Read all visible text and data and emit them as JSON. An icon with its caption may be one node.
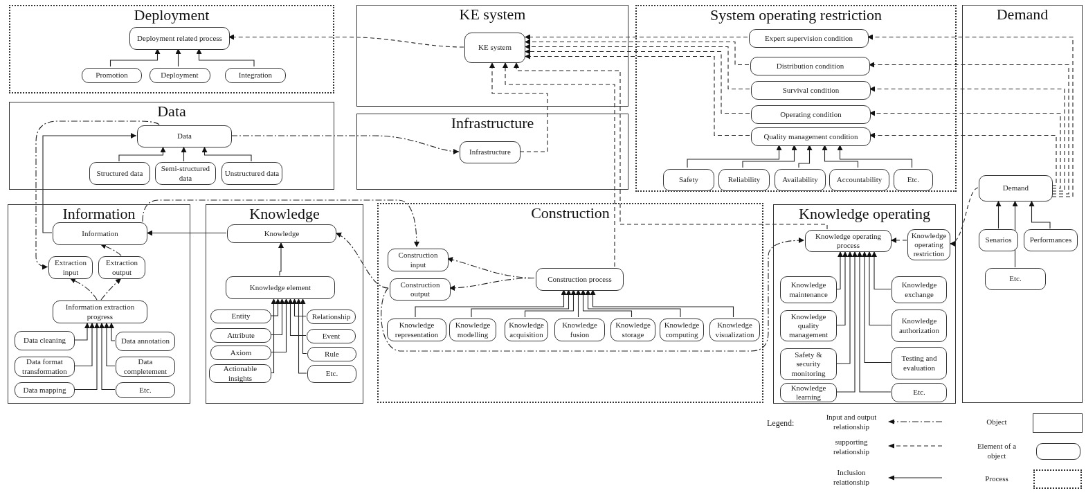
{
  "diagram": {
    "nodes": [
      {
        "text": [
          "Deployment"
        ]
      },
      {
        "text": [
          "Deployment related process"
        ],
        "in": 0
      },
      {
        "text": [
          "Promotion"
        ],
        "in": 0
      },
      {
        "text": [
          "Deployment"
        ],
        "in": 0
      },
      {
        "text": [
          "Integration"
        ],
        "in": 0
      },
      {
        "text": [
          "Data"
        ]
      },
      {
        "text": [
          "Data"
        ],
        "in": 5
      },
      {
        "text": [
          "Structured data"
        ],
        "in": 5
      },
      {
        "text": [
          "Semi-structured data"
        ],
        "in": 5
      },
      {
        "text": [
          "Unstructured data"
        ],
        "in": 5
      },
      {
        "text": [
          "KE system"
        ]
      },
      {
        "text": [
          "KE system"
        ],
        "in": 10
      },
      {
        "text": [
          "Infrastructure"
        ]
      },
      {
        "text": [
          "Infrastructure"
        ],
        "in": 12
      },
      {
        "text": [
          "System operating restriction"
        ]
      },
      {
        "text": [
          "Expert supervision condition"
        ],
        "in": 14
      },
      {
        "text": [
          "Distribution condition"
        ],
        "in": 14
      },
      {
        "text": [
          "Survival condition"
        ],
        "in": 14
      },
      {
        "text": [
          "Operating condition"
        ],
        "in": 14
      },
      {
        "text": [
          "Quality management condition"
        ],
        "in": 14
      },
      {
        "text": [
          "Safety"
        ],
        "in": 14
      },
      {
        "text": [
          "Reliability"
        ],
        "in": 14
      },
      {
        "text": [
          "Availability"
        ],
        "in": 14
      },
      {
        "text": [
          "Accountability"
        ],
        "in": 14
      },
      {
        "text": [
          "Etc."
        ],
        "in": 14
      },
      {
        "text": [
          "Demand"
        ]
      },
      {
        "text": [
          "Demand"
        ],
        "in": 25
      },
      {
        "text": [
          "Senarios"
        ],
        "in": 25
      },
      {
        "text": [
          "Performances"
        ],
        "in": 25
      },
      {
        "text": [
          "Etc."
        ],
        "in": 25
      },
      {
        "text": [
          "Information"
        ]
      },
      {
        "text": [
          "Information"
        ],
        "in": 30
      },
      {
        "text": [
          "Extraction input"
        ],
        "in": 30
      },
      {
        "text": [
          "Extraction output"
        ],
        "in": 30
      },
      {
        "text": [
          "Information extraction progress"
        ],
        "in": 30
      },
      {
        "text": [
          "Data cleaning"
        ],
        "in": 30
      },
      {
        "text": [
          "Data format transformation"
        ],
        "in": 30
      },
      {
        "text": [
          "Data mapping"
        ],
        "in": 30
      },
      {
        "text": [
          "Data annotation"
        ],
        "in": 30
      },
      {
        "text": [
          "Data completement"
        ],
        "in": 30
      },
      {
        "text": [
          "Etc."
        ],
        "in": 30
      },
      {
        "text": [
          "Knowledge"
        ]
      },
      {
        "text": [
          "Knowledge"
        ],
        "in": 41
      },
      {
        "text": [
          "Knowledge element"
        ],
        "in": 41
      },
      {
        "text": [
          "Entity"
        ],
        "in": 41
      },
      {
        "text": [
          "Attribute"
        ],
        "in": 41
      },
      {
        "text": [
          "Axiom"
        ],
        "in": 41
      },
      {
        "text": [
          "Actionable insights"
        ],
        "in": 41
      },
      {
        "text": [
          "Relationship"
        ],
        "in": 41
      },
      {
        "text": [
          "Event"
        ],
        "in": 41
      },
      {
        "text": [
          "Rule"
        ],
        "in": 41
      },
      {
        "text": [
          "Etc."
        ],
        "in": 41
      },
      {
        "text": [
          "Construction"
        ]
      },
      {
        "text": [
          "Construction input"
        ],
        "in": 52
      },
      {
        "text": [
          "Construction output"
        ],
        "in": 52
      },
      {
        "text": [
          "Construction process"
        ],
        "in": 52
      },
      {
        "text": [
          "Knowledge representation"
        ],
        "in": 52
      },
      {
        "text": [
          "Knowledge modelling"
        ],
        "in": 52
      },
      {
        "text": [
          "Knowledge acquisition"
        ],
        "in": 52
      },
      {
        "text": [
          "Knowledge fusion"
        ],
        "in": 52
      },
      {
        "text": [
          "Knowledge storage"
        ],
        "in": 52
      },
      {
        "text": [
          "Knowledge computing"
        ],
        "in": 52
      },
      {
        "text": [
          "Knowledge visualization"
        ],
        "in": 52
      },
      {
        "text": [
          "Knowledge operating"
        ]
      },
      {
        "text": [
          "Knowledge operating process"
        ],
        "in": 63
      },
      {
        "text": [
          "Knowledge operating restriction"
        ],
        "in": 63
      },
      {
        "text": [
          "Knowledge maintenance"
        ],
        "in": 63
      },
      {
        "text": [
          "Knowledge quality management"
        ],
        "in": 63
      },
      {
        "text": [
          "Safety & security monitoring"
        ],
        "in": 63
      },
      {
        "text": [
          "Knowledge learning"
        ],
        "in": 63
      },
      {
        "text": [
          "Knowledge exchange"
        ],
        "in": 63
      },
      {
        "text": [
          "Knowledge authorization"
        ],
        "in": 63
      },
      {
        "text": [
          "Testing and evaluation"
        ],
        "in": 63
      },
      {
        "text": [
          "Etc."
        ],
        "in": 63
      }
    ],
    "edges": [
      {
        "from": 2,
        "to": 1,
        "arrow": "to"
      },
      {
        "from": 3,
        "to": 1,
        "arrow": "to"
      },
      {
        "from": 4,
        "to": 1,
        "arrow": "to"
      },
      {
        "from": 7,
        "to": 6,
        "arrow": "to"
      },
      {
        "from": 8,
        "to": 6,
        "arrow": "to"
      },
      {
        "from": 9,
        "to": 6,
        "arrow": "to"
      },
      {
        "from": 31,
        "to": 6,
        "arrow": "to"
      },
      {
        "from": 20,
        "to": 19,
        "arrow": "to"
      },
      {
        "from": 21,
        "to": 19,
        "arrow": "to"
      },
      {
        "from": 22,
        "to": 19,
        "arrow": "to"
      },
      {
        "from": 23,
        "to": 19,
        "arrow": "to"
      },
      {
        "from": 24,
        "to": 19,
        "arrow": "to"
      },
      {
        "from": 27,
        "to": 26,
        "arrow": "to"
      },
      {
        "from": 28,
        "to": 26,
        "arrow": "to"
      },
      {
        "from": 29,
        "to": 26,
        "arrow": "to"
      },
      {
        "from": 35,
        "to": 34,
        "arrow": "to"
      },
      {
        "from": 36,
        "to": 34,
        "arrow": "to"
      },
      {
        "from": 37,
        "to": 34,
        "arrow": "to"
      },
      {
        "from": 38,
        "to": 34,
        "arrow": "to"
      },
      {
        "from": 39,
        "to": 34,
        "arrow": "to"
      },
      {
        "from": 40,
        "to": 34,
        "arrow": "to"
      },
      {
        "from": 42,
        "to": 31,
        "arrow": "to"
      },
      {
        "from": 43,
        "to": 42,
        "arrow": "to"
      },
      {
        "from": 44,
        "to": 43,
        "arrow": "to"
      },
      {
        "from": 45,
        "to": 43,
        "arrow": "to"
      },
      {
        "from": 46,
        "to": 43,
        "arrow": "to"
      },
      {
        "from": 47,
        "to": 43,
        "arrow": "to"
      },
      {
        "from": 48,
        "to": 43,
        "arrow": "to"
      },
      {
        "from": 49,
        "to": 43,
        "arrow": "to"
      },
      {
        "from": 50,
        "to": 43,
        "arrow": "to"
      },
      {
        "from": 51,
        "to": 43,
        "arrow": "to"
      },
      {
        "from": 56,
        "to": 55,
        "arrow": "to"
      },
      {
        "from": 57,
        "to": 55,
        "arrow": "to"
      },
      {
        "from": 58,
        "to": 55,
        "arrow": "to"
      },
      {
        "from": 59,
        "to": 55,
        "arrow": "to"
      },
      {
        "from": 60,
        "to": 55,
        "arrow": "to"
      },
      {
        "from": 61,
        "to": 55,
        "arrow": "to"
      },
      {
        "from": 62,
        "to": 55,
        "arrow": "to"
      },
      {
        "from": 66,
        "to": 64,
        "arrow": "to"
      },
      {
        "from": 67,
        "to": 64,
        "arrow": "to"
      },
      {
        "from": 68,
        "to": 64,
        "arrow": "to"
      },
      {
        "from": 69,
        "to": 64,
        "arrow": "to"
      },
      {
        "from": 70,
        "to": 64,
        "arrow": "to"
      },
      {
        "from": 71,
        "to": 64,
        "arrow": "to"
      },
      {
        "from": 72,
        "to": 64,
        "arrow": "to"
      },
      {
        "from": 73,
        "to": 64,
        "arrow": "to"
      },
      {
        "from": 11,
        "to": 1,
        "arrow": "to",
        "style": "dashed"
      },
      {
        "from": 15,
        "to": 11,
        "arrow": "to",
        "style": "dashed"
      },
      {
        "from": 16,
        "to": 11,
        "arrow": "to",
        "style": "dashed"
      },
      {
        "from": 17,
        "to": 11,
        "arrow": "to",
        "style": "dashed"
      },
      {
        "from": 18,
        "to": 11,
        "arrow": "to",
        "style": "dashed"
      },
      {
        "from": 19,
        "to": 11,
        "arrow": "to",
        "style": "dashed"
      },
      {
        "from": 13,
        "to": 11,
        "arrow": "to",
        "style": "dashed"
      },
      {
        "from": 55,
        "to": 11,
        "arrow": "to",
        "style": "dashed"
      },
      {
        "from": 64,
        "to": 11,
        "arrow": "to",
        "style": "dashed"
      },
      {
        "from": 26,
        "to": 15,
        "arrow": "to",
        "style": "dashed"
      },
      {
        "from": 26,
        "to": 16,
        "arrow": "to",
        "style": "dashed"
      },
      {
        "from": 26,
        "to": 17,
        "arrow": "to",
        "style": "dashed"
      },
      {
        "from": 26,
        "to": 18,
        "arrow": "to",
        "style": "dashed"
      },
      {
        "from": 26,
        "to": 19,
        "arrow": "to",
        "style": "dashed"
      },
      {
        "from": 65,
        "to": 64,
        "arrow": "to",
        "style": "dashed"
      },
      {
        "from": 26,
        "to": 65,
        "arrow": "to",
        "style": "dashed"
      },
      {
        "from": 6,
        "to": 13,
        "arrow": "to",
        "style": "dashed"
      },
      {
        "from": 6,
        "to": 32,
        "arrow": "to",
        "style": "dashed"
      },
      {
        "from": 34,
        "to": 32,
        "arrow": "to",
        "style": "dashed"
      },
      {
        "from": 34,
        "to": 33,
        "arrow": "to",
        "style": "dashed"
      },
      {
        "from": 33,
        "to": 31,
        "arrow": "to",
        "style": "dashed"
      },
      {
        "from": 31,
        "to": 53,
        "arrow": "to",
        "style": "dashed"
      },
      {
        "from": 55,
        "to": 53,
        "arrow": "to",
        "style": "dashed"
      },
      {
        "from": 55,
        "to": 54,
        "arrow": "to",
        "style": "dashed"
      },
      {
        "from": 54,
        "to": 42,
        "arrow": "to",
        "style": "dashed"
      },
      {
        "from": 54,
        "to": 64,
        "arrow": "to",
        "style": "dashed"
      }
    ],
    "labels": [
      "Legend:"
    ],
    "legend": [
      {
        "text": "Input and output relationship"
      },
      {
        "text": "supporting relationship"
      },
      {
        "text": "Inclusion relationship"
      },
      {
        "text": "Object"
      },
      {
        "text": "Element of a object"
      },
      {
        "text": "Process"
      }
    ]
  }
}
